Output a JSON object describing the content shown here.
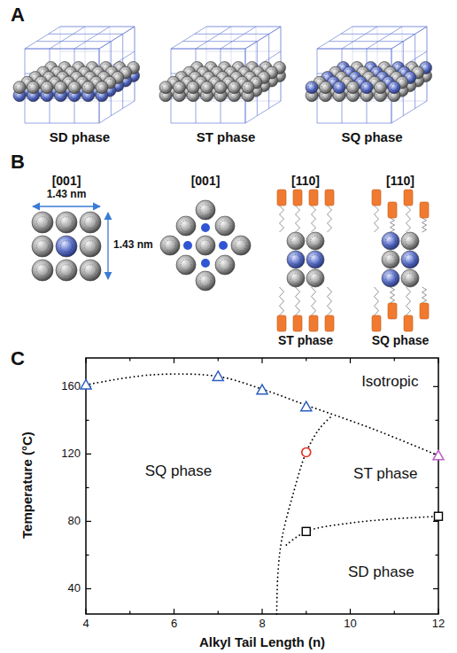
{
  "diagram": {
    "labels": [
      "A",
      "SD phase",
      "ST phase",
      "SQ phase",
      "B",
      "[001]",
      "1.43 nm",
      "1.43 nm",
      "[001]",
      "[110]",
      "[110]",
      "ST phase",
      "SQ phase",
      "C",
      "Temperature (°C)",
      "Alkyl Tail Length (n)",
      "40",
      "80",
      "120",
      "160",
      "4",
      "6",
      "8",
      "10",
      "12",
      "Isotropic",
      "SQ phase",
      "ST phase",
      "SD phase"
    ]
  }
}
